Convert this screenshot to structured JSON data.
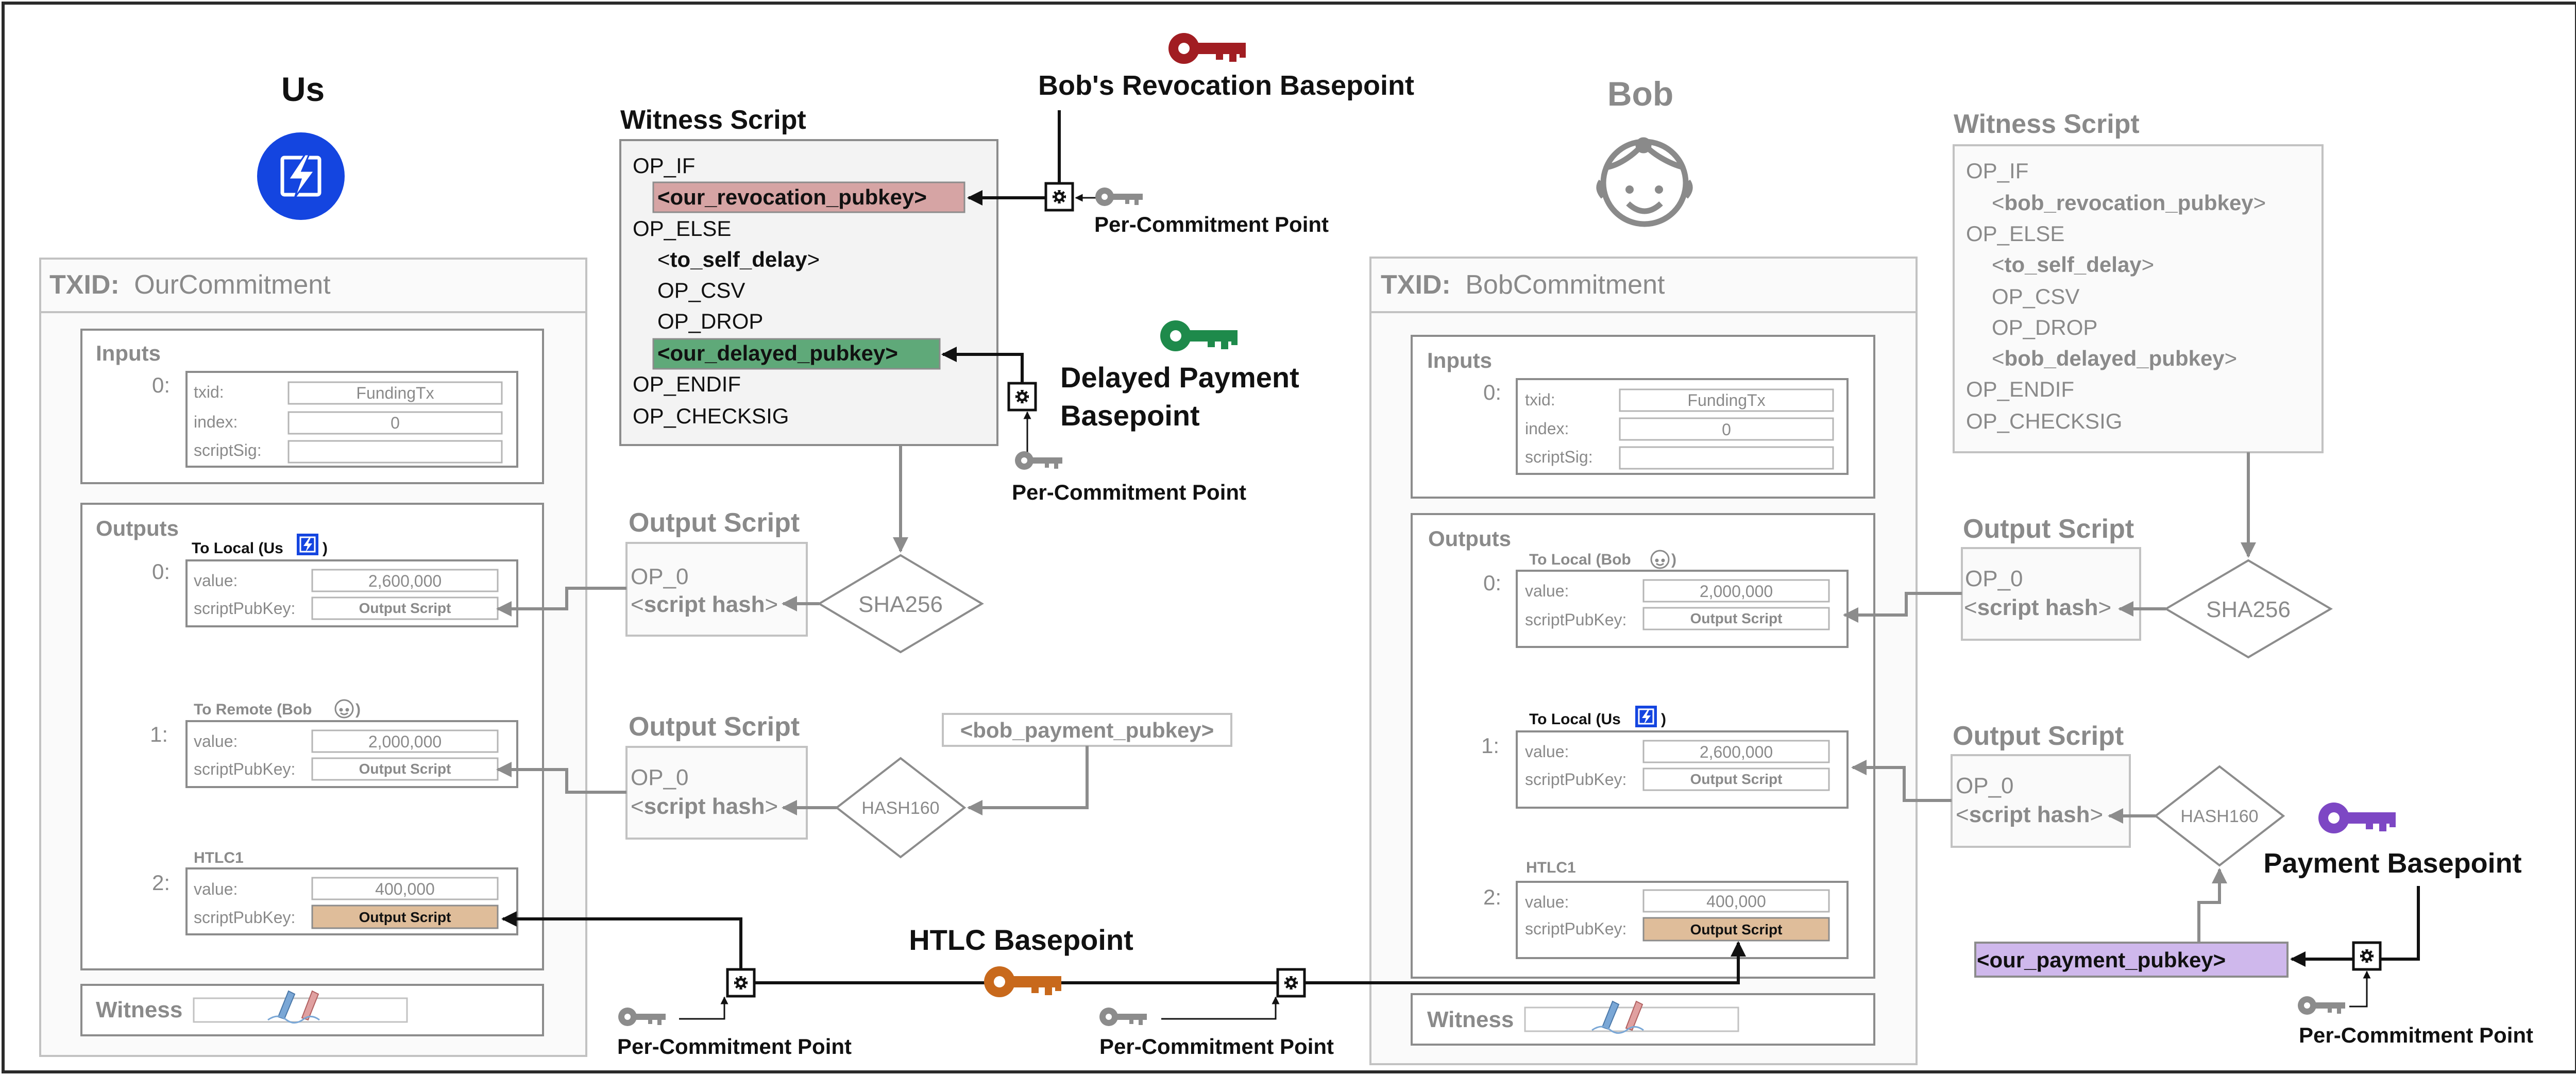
{
  "us": {
    "title": "Us"
  },
  "bob": {
    "title": "Bob"
  },
  "our_commitment": {
    "txid_label": "TXID:",
    "txid_value": "OurCommitment",
    "inputs": {
      "header": "Inputs",
      "index_label": "0:",
      "txid_label": "txid:",
      "txid_value": "FundingTx",
      "index_field_label": "index:",
      "index_value": "0",
      "scriptsig_label": "scriptSig:",
      "scriptsig_value": ""
    },
    "outputs": {
      "header": "Outputs",
      "items": [
        {
          "index": "0:",
          "title_prefix": "To Local (Us ",
          "title_suffix": ")",
          "value_label": "value:",
          "value": "2,600,000",
          "spk_label": "scriptPubKey:",
          "spk": "Output Script"
        },
        {
          "index": "1:",
          "title_prefix": "To Remote (Bob ",
          "title_suffix": ")",
          "value_label": "value:",
          "value": "2,000,000",
          "spk_label": "scriptPubKey:",
          "spk": "Output Script"
        },
        {
          "index": "2:",
          "title_prefix": "HTLC1",
          "title_suffix": "",
          "value_label": "value:",
          "value": "400,000",
          "spk_label": "scriptPubKey:",
          "spk": "Output Script"
        }
      ]
    },
    "witness_label": "Witness"
  },
  "bob_commitment": {
    "txid_label": "TXID:",
    "txid_value": "BobCommitment",
    "inputs": {
      "header": "Inputs",
      "index_label": "0:",
      "txid_label": "txid:",
      "txid_value": "FundingTx",
      "index_field_label": "index:",
      "index_value": "0",
      "scriptsig_label": "scriptSig:",
      "scriptsig_value": ""
    },
    "outputs": {
      "header": "Outputs",
      "items": [
        {
          "index": "0:",
          "title_prefix": "To Local (Bob ",
          "title_suffix": ")",
          "value_label": "value:",
          "value": "2,000,000",
          "spk_label": "scriptPubKey:",
          "spk": "Output Script"
        },
        {
          "index": "1:",
          "title_prefix": "To Local (Us ",
          "title_suffix": ")",
          "value_label": "value:",
          "value": "2,600,000",
          "spk_label": "scriptPubKey:",
          "spk": "Output Script"
        },
        {
          "index": "2:",
          "title_prefix": "HTLC1",
          "title_suffix": "",
          "value_label": "value:",
          "value": "400,000",
          "spk_label": "scriptPubKey:",
          "spk": "Output Script"
        }
      ]
    },
    "witness_label": "Witness"
  },
  "our_witness_script": {
    "title": "Witness Script",
    "lines": {
      "op_if": "OP_IF",
      "revocation": "<our_revocation_pubkey>",
      "op_else": "OP_ELSE",
      "delay": "to_self_delay",
      "op_csv": "OP_CSV",
      "op_drop": "OP_DROP",
      "delayed": "<our_delayed_pubkey>",
      "op_endif": "OP_ENDIF",
      "op_checksig": "OP_CHECKSIG"
    }
  },
  "bob_witness_script": {
    "title": "Witness Script",
    "lines": {
      "op_if": "OP_IF",
      "revocation": "bob_revocation_pubkey",
      "op_else": "OP_ELSE",
      "delay": "to_self_delay",
      "op_csv": "OP_CSV",
      "op_drop": "OP_DROP",
      "delayed": "bob_delayed_pubkey",
      "op_endif": "OP_ENDIF",
      "op_checksig": "OP_CHECKSIG"
    }
  },
  "output_script": {
    "title": "Output Script",
    "op_0": "OP_0",
    "script_hash": "script hash"
  },
  "hash_labels": {
    "sha256": "SHA256",
    "hash160": "HASH160"
  },
  "bob_payment_pubkey": "<bob_payment_pubkey>",
  "our_payment_pubkey": "<our_payment_pubkey>",
  "basepoints": {
    "bob_revocation": "Bob's Revocation Basepoint",
    "delayed_line1": "Delayed Payment",
    "delayed_line2": "Basepoint",
    "htlc": "HTLC Basepoint",
    "payment": "Payment Basepoint",
    "per_commitment": "Per-Commitment Point"
  },
  "colors": {
    "revocation_key": "#a11d22",
    "delayed_key": "#1e8a4b",
    "htlc_key": "#c8691c",
    "payment_key": "#7d47c4",
    "revocation_fill": "#d6a4a4",
    "delayed_fill": "#5fa979",
    "htlc_fill": "#dfbd9a",
    "payment_fill": "#cfb8ec",
    "lightning_blue": "#1445e0",
    "grey_text": "#8a8a8a"
  },
  "icons": [
    "lightning-logo-icon",
    "bob-face-icon",
    "key-icon",
    "gear-icon",
    "signature-icon"
  ]
}
